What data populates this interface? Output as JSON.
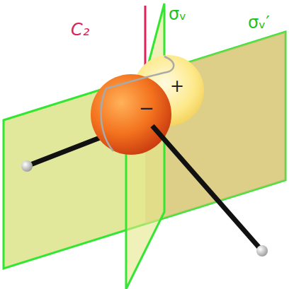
{
  "diagram": {
    "labels": [
      "C₂",
      "σᵥ",
      "σᵥ′",
      "+",
      "−"
    ]
  }
}
